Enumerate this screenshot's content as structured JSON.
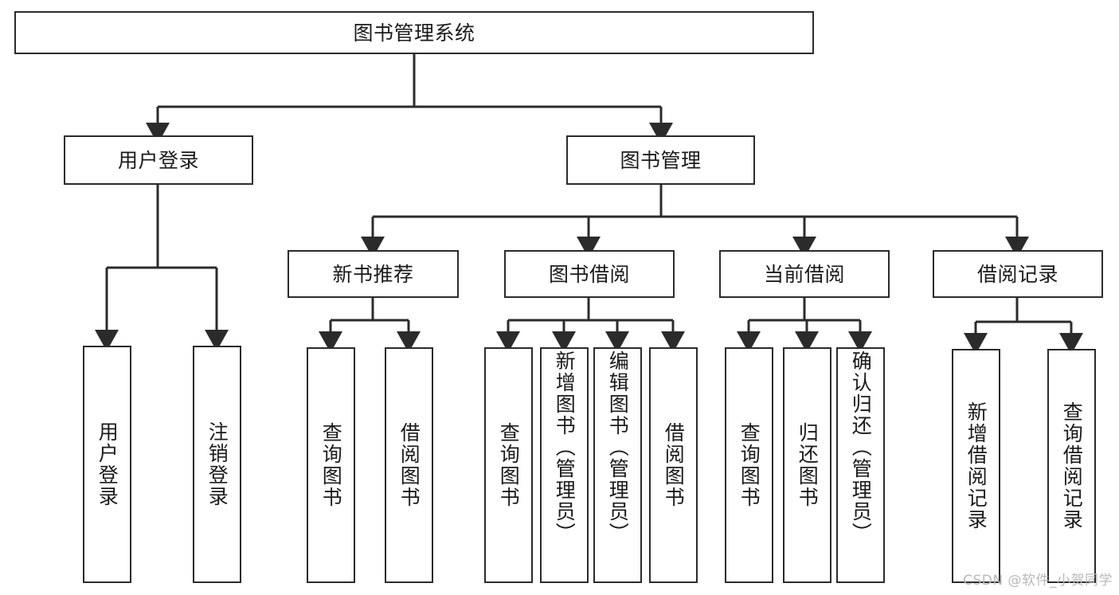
{
  "diagram": {
    "title": "图书管理系统",
    "type": "tree-hierarchy",
    "root": {
      "id": "root",
      "label": "图书管理系统"
    },
    "level2": [
      {
        "id": "user-login",
        "label": "用户登录"
      },
      {
        "id": "book-manage",
        "label": "图书管理"
      }
    ],
    "level3": [
      {
        "id": "new-book-recommend",
        "label": "新书推荐",
        "parent": "book-manage"
      },
      {
        "id": "book-borrow",
        "label": "图书借阅",
        "parent": "book-manage"
      },
      {
        "id": "current-borrow",
        "label": "当前借阅",
        "parent": "book-manage"
      },
      {
        "id": "borrow-record",
        "label": "借阅记录",
        "parent": "book-manage"
      }
    ],
    "leaves": [
      {
        "id": "leaf-user-login",
        "label": "用户登录",
        "parent": "user-login"
      },
      {
        "id": "leaf-logout",
        "label": "注销登录",
        "parent": "user-login"
      },
      {
        "id": "leaf-query-book-1",
        "label": "查询图书",
        "parent": "new-book-recommend"
      },
      {
        "id": "leaf-borrow-book-1",
        "label": "借阅图书",
        "parent": "new-book-recommend"
      },
      {
        "id": "leaf-query-book-2",
        "label": "查询图书",
        "parent": "book-borrow"
      },
      {
        "id": "leaf-add-book",
        "label": "新增图书（管理员）",
        "parent": "book-borrow"
      },
      {
        "id": "leaf-edit-book",
        "label": "编辑图书（管理员）",
        "parent": "book-borrow"
      },
      {
        "id": "leaf-borrow-book-2",
        "label": "借阅图书",
        "parent": "book-borrow"
      },
      {
        "id": "leaf-query-book-3",
        "label": "查询图书",
        "parent": "current-borrow"
      },
      {
        "id": "leaf-return-book",
        "label": "归还图书",
        "parent": "current-borrow"
      },
      {
        "id": "leaf-confirm-return",
        "label": "确认归还（管理员）",
        "parent": "current-borrow"
      },
      {
        "id": "leaf-add-record",
        "label": "新增借阅记录",
        "parent": "borrow-record"
      },
      {
        "id": "leaf-query-record",
        "label": "查询借阅记录",
        "parent": "borrow-record"
      }
    ],
    "colors": {
      "stroke": "#2b2b2b",
      "fill": "#ffffff",
      "text": "#1a1a1a",
      "watermark": "#b9b9b9"
    }
  },
  "watermark": {
    "text": "CSDN @软件_小贺同学"
  }
}
